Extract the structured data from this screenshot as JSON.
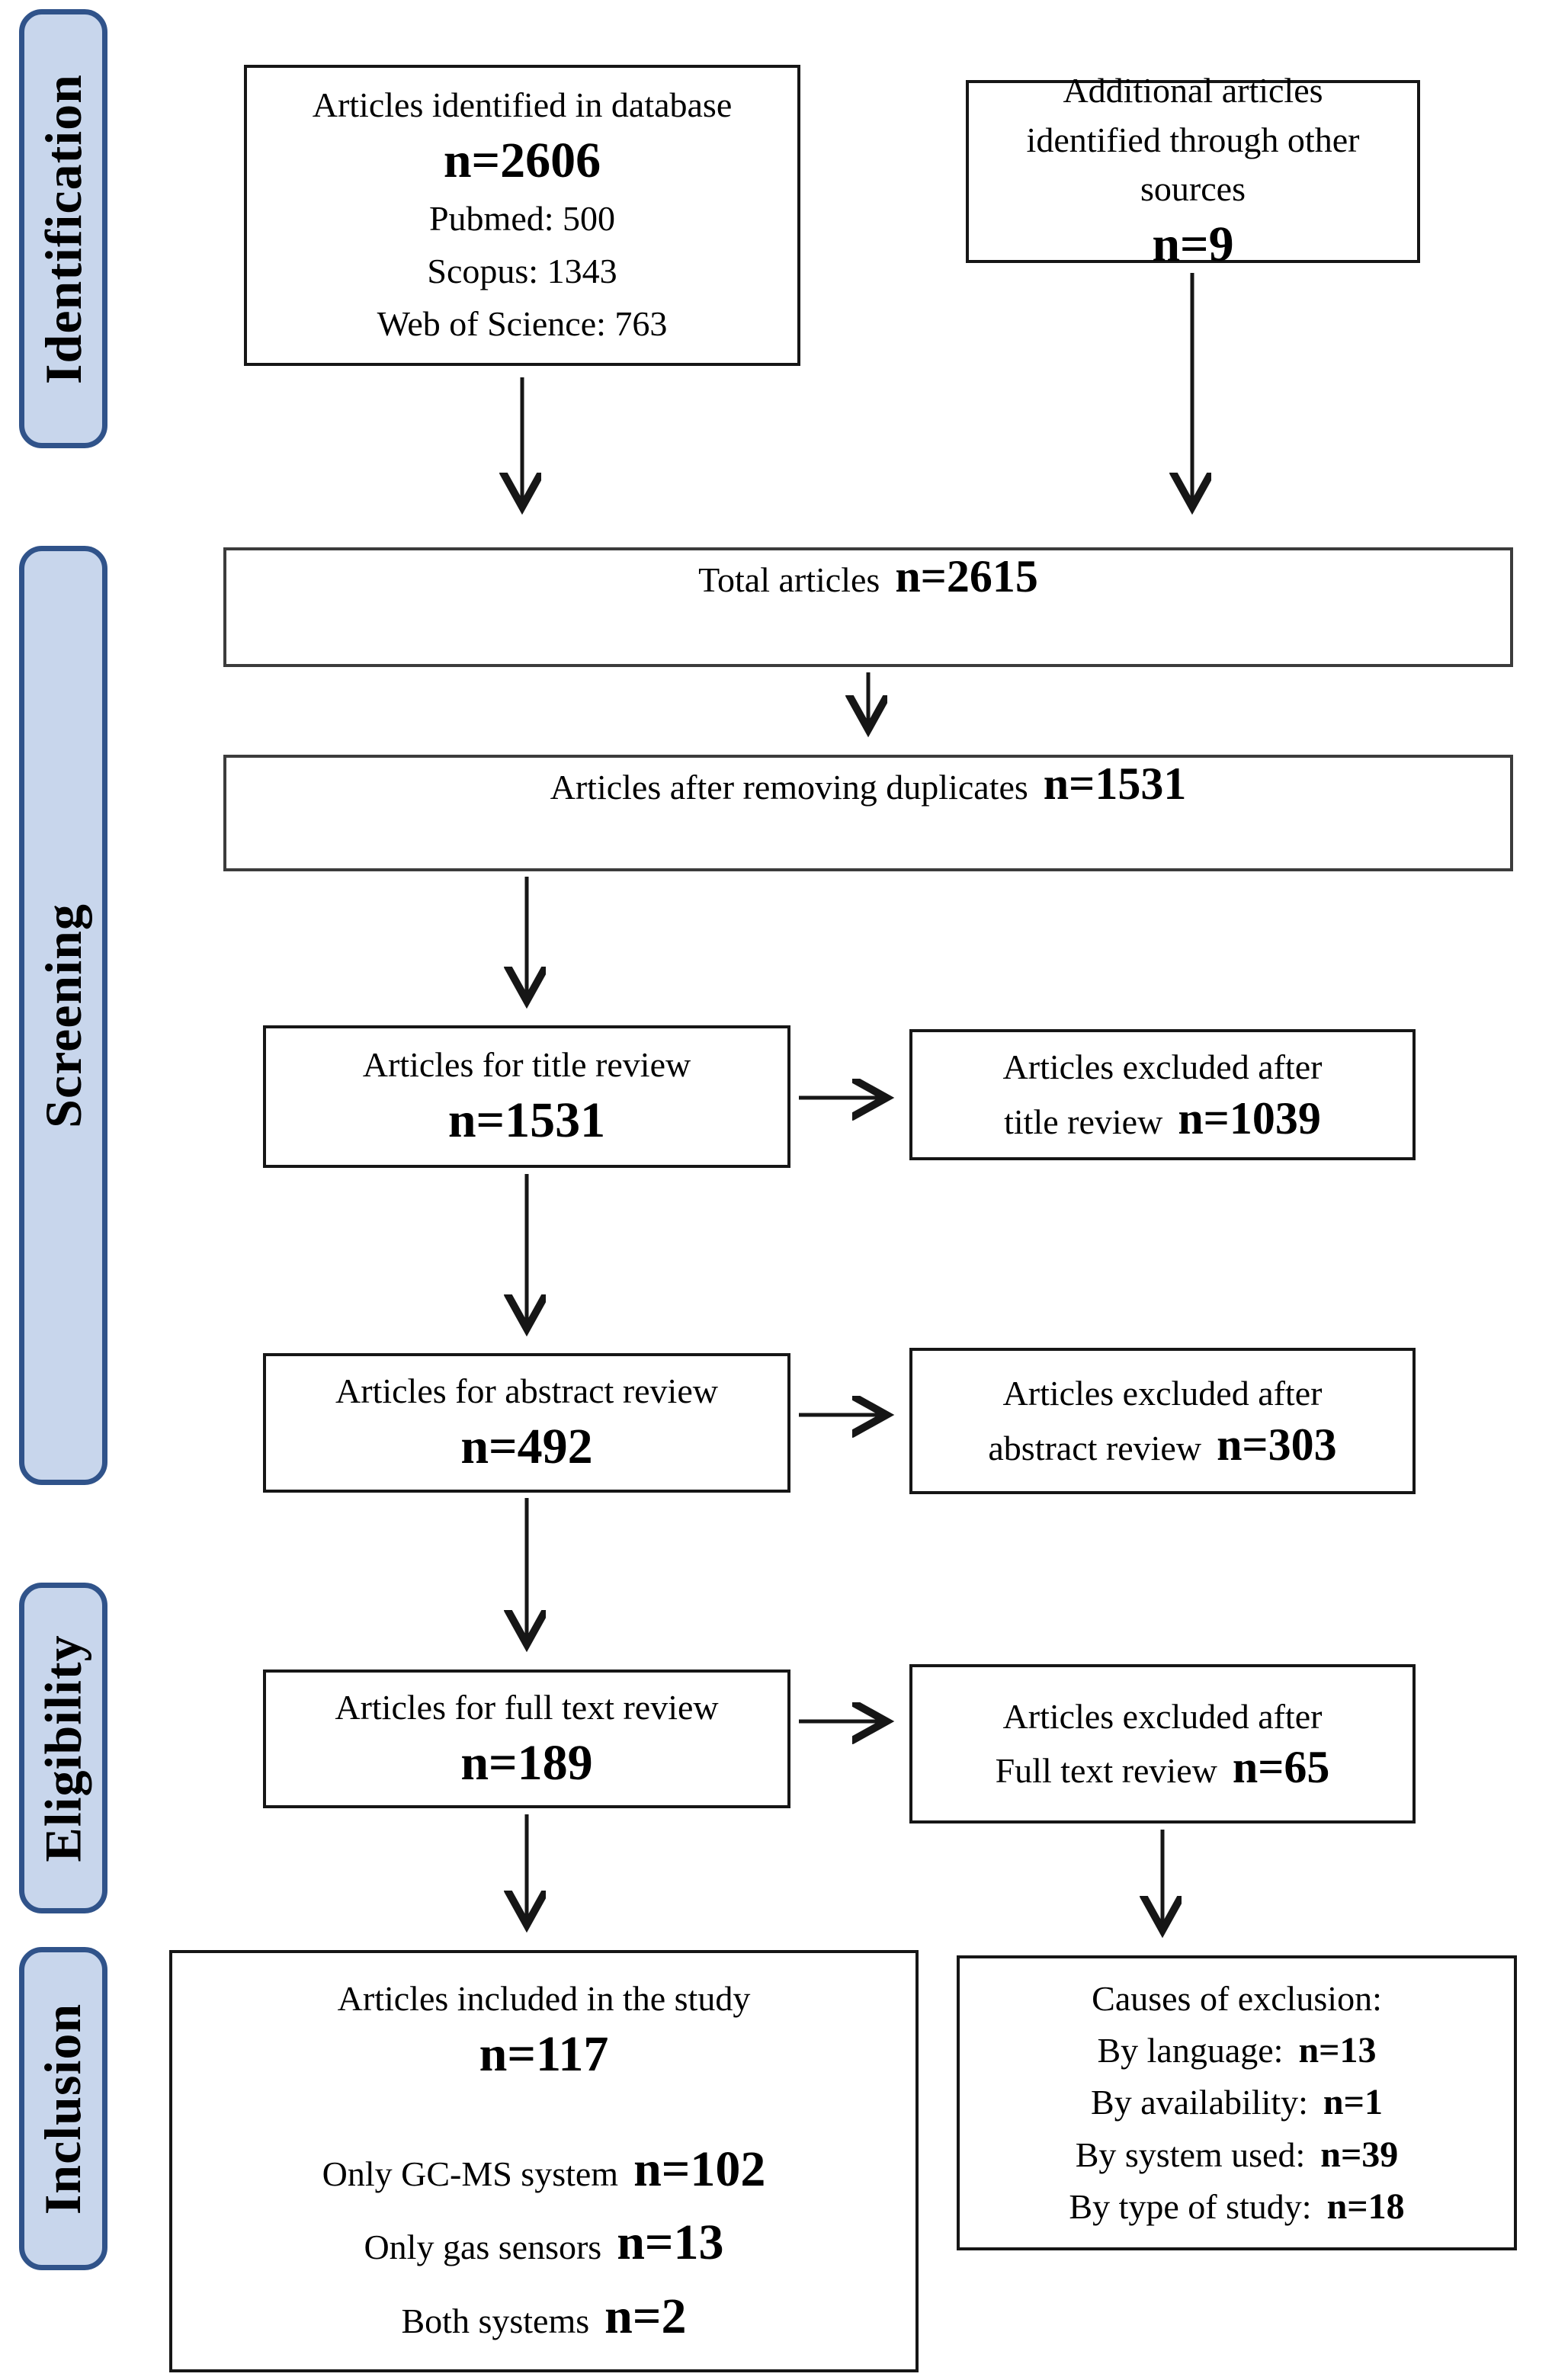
{
  "stages": {
    "identification": "Identification",
    "screening": "Screening",
    "eligibility": "Eligibility",
    "inclusion": "Inclusion"
  },
  "boxes": {
    "identified": {
      "title": "Articles identified in database",
      "n": "n=2606",
      "sources": [
        "Pubmed: 500",
        "Scopus: 1343",
        "Web of Science: 763"
      ]
    },
    "additional": {
      "title": "Additional articles identified through other sources",
      "n": "n=9"
    },
    "total": {
      "label": "Total articles",
      "n": "n=2615"
    },
    "duplicates": {
      "label": "Articles after removing duplicates",
      "n": "n=1531"
    },
    "title_review": {
      "title": "Articles for title review",
      "n": "n=1531"
    },
    "title_excluded": {
      "line1": "Articles excluded after",
      "line2": "title review",
      "n": "n=1039"
    },
    "abstract_review": {
      "title": "Articles for abstract review",
      "n": "n=492"
    },
    "abstract_excluded": {
      "line1": "Articles excluded after",
      "line2": "abstract review",
      "n": "n=303"
    },
    "fulltext_review": {
      "title": "Articles for full text review",
      "n": "n=189"
    },
    "fulltext_excluded": {
      "line1": "Articles excluded after",
      "line2": "Full text review",
      "n": "n=65"
    },
    "included": {
      "title": "Articles included in the study",
      "n": "n=117",
      "breakdown": [
        {
          "label": "Only GC-MS system",
          "n": "n=102"
        },
        {
          "label": "Only gas sensors",
          "n": "n=13"
        },
        {
          "label": "Both systems",
          "n": "n=2"
        }
      ]
    },
    "causes": {
      "title": "Causes of exclusion:",
      "items": [
        {
          "label": "By language:",
          "n": "n=13"
        },
        {
          "label": "By availability:",
          "n": "n=1"
        },
        {
          "label": "By system used:",
          "n": "n=39"
        },
        {
          "label": "By type of study:",
          "n": "n=18"
        }
      ]
    }
  },
  "colors": {
    "stage_fill": "#c8d6ec",
    "stage_border": "#30538a",
    "box_border": "#161616",
    "arrow": "#161616"
  }
}
